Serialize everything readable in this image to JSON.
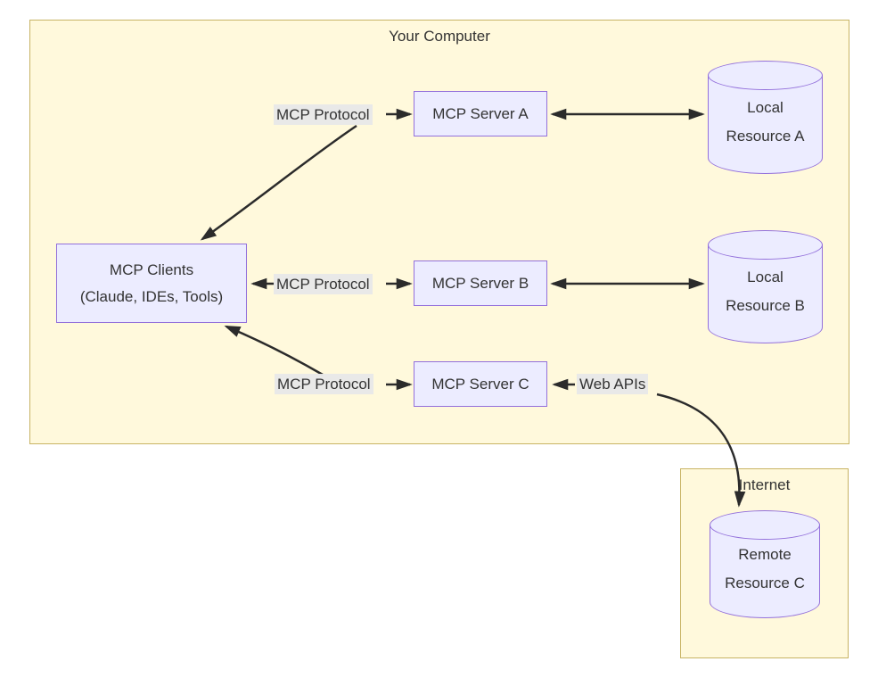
{
  "diagram": {
    "type": "architecture-flowchart",
    "clusters": {
      "your_computer": {
        "label": "Your Computer"
      },
      "internet": {
        "label": "Internet"
      }
    },
    "nodes": {
      "mcp_clients": {
        "line1": "MCP Clients",
        "line2": "(Claude, IDEs, Tools)"
      },
      "mcp_server_a": {
        "label": "MCP Server A"
      },
      "mcp_server_b": {
        "label": "MCP Server B"
      },
      "mcp_server_c": {
        "label": "MCP Server C"
      },
      "local_resource_a": {
        "line1": "Local",
        "line2": "Resource A"
      },
      "local_resource_b": {
        "line1": "Local",
        "line2": "Resource B"
      },
      "remote_resource_c": {
        "line1": "Remote",
        "line2": "Resource C"
      }
    },
    "edge_labels": {
      "protocol_a": "MCP Protocol",
      "protocol_b": "MCP Protocol",
      "protocol_c": "MCP Protocol",
      "web_apis": "Web APIs"
    },
    "edges": [
      {
        "from": "mcp_clients",
        "to": "mcp_server_a",
        "label": "MCP Protocol",
        "direction": "both"
      },
      {
        "from": "mcp_clients",
        "to": "mcp_server_b",
        "label": "MCP Protocol",
        "direction": "both"
      },
      {
        "from": "mcp_clients",
        "to": "mcp_server_c",
        "label": "MCP Protocol",
        "direction": "both"
      },
      {
        "from": "mcp_server_a",
        "to": "local_resource_a",
        "label": "",
        "direction": "both"
      },
      {
        "from": "mcp_server_b",
        "to": "local_resource_b",
        "label": "",
        "direction": "both"
      },
      {
        "from": "mcp_server_c",
        "to": "remote_resource_c",
        "label": "Web APIs",
        "direction": "both"
      }
    ],
    "colors": {
      "cluster_fill": "#fff9dc",
      "cluster_border": "#c8b464",
      "node_fill": "#ececff",
      "node_border": "#9370db",
      "edge_label_bg": "#e8e8e8",
      "edge_stroke": "#2b2b2b",
      "text": "#333333",
      "page_bg": "#ffffff"
    }
  }
}
